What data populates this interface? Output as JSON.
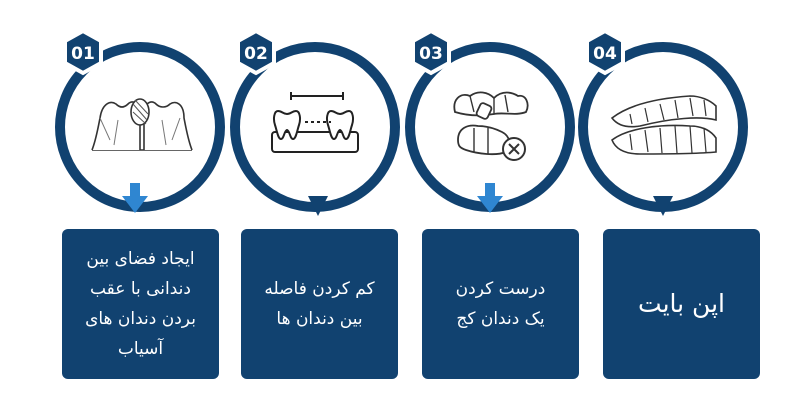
{
  "steps": [
    {
      "number": "01",
      "icon": "teeth-gap-icon",
      "label": "ایجاد فضای بین\nدندانی با عقب\nبردن دندان های\nآسیاب",
      "arrow_color": "#2f86d1"
    },
    {
      "number": "02",
      "icon": "measure-gap-teeth-icon",
      "label": "کم کردن فاصله\nبین دندان ها",
      "arrow_color": "#114270"
    },
    {
      "number": "03",
      "icon": "crooked-tooth-icon",
      "label": "درست کردن\nیک دندان کج",
      "arrow_color": "#2f86d1"
    },
    {
      "number": "04",
      "icon": "open-bite-icon",
      "label": "اپن بایت",
      "arrow_color": "#114270"
    }
  ],
  "colors": {
    "navy": "#114270",
    "blue": "#2f86d1",
    "white": "#ffffff"
  }
}
